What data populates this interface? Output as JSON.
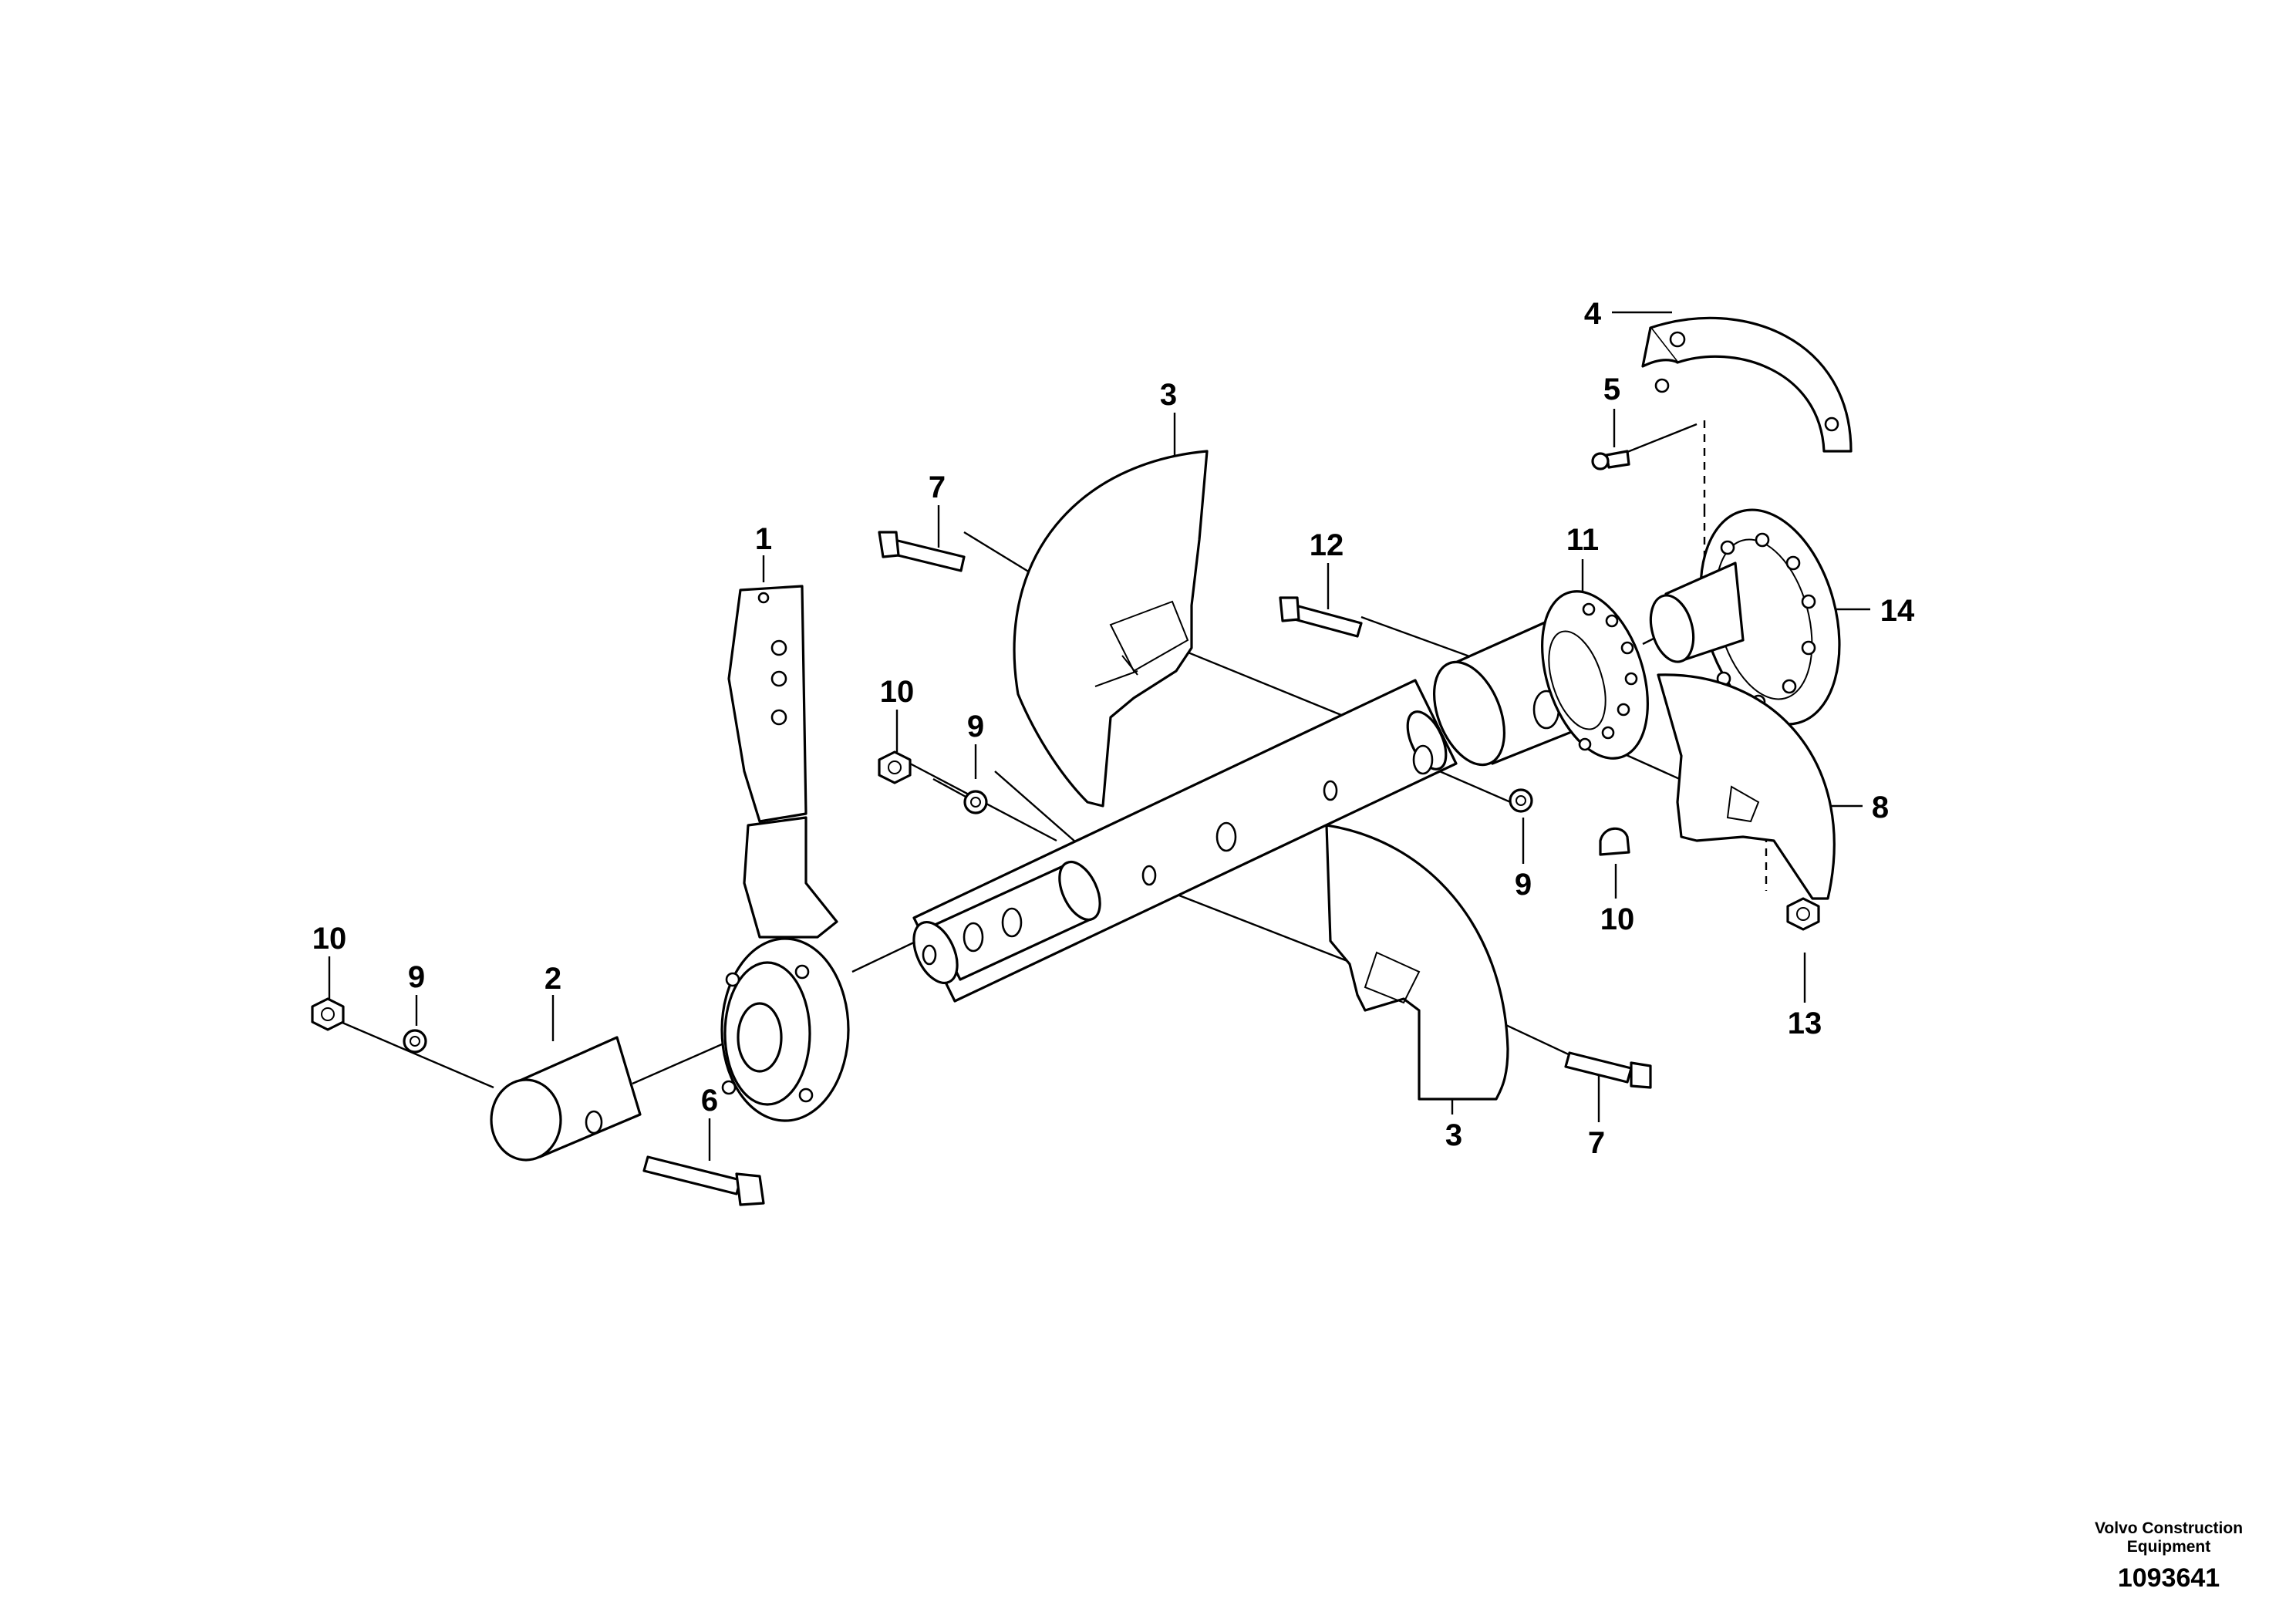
{
  "diagram": {
    "callouts": {
      "c1": "1",
      "c2": "2",
      "c3a": "3",
      "c3b": "3",
      "c4": "4",
      "c5": "5",
      "c6": "6",
      "c7a": "7",
      "c7b": "7",
      "c8": "8",
      "c9a": "9",
      "c9b": "9",
      "c9c": "9",
      "c10a": "10",
      "c10b": "10",
      "c10c": "10",
      "c11": "11",
      "c12": "12",
      "c13": "13",
      "c14": "14"
    },
    "footer": {
      "brand_line1": "Volvo Construction",
      "brand_line2": "Equipment",
      "code": "1093641"
    }
  }
}
